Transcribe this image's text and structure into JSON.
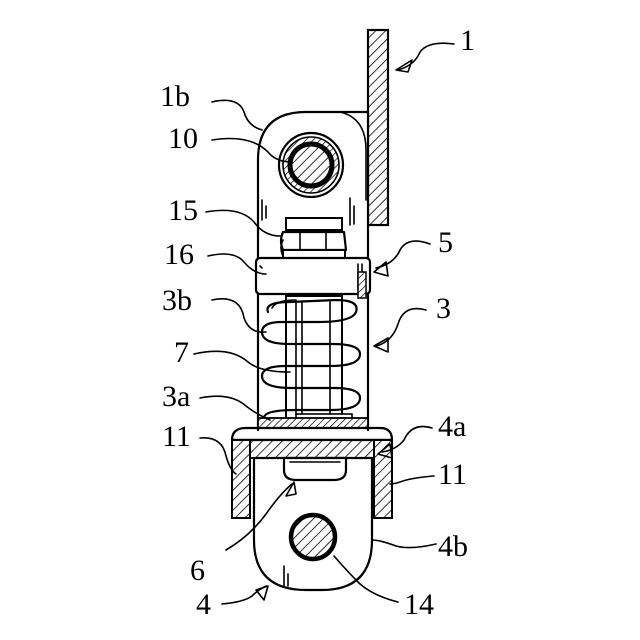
{
  "figure": {
    "labels": {
      "l1": "1",
      "l1b": "1b",
      "l10": "10",
      "l15": "15",
      "l16": "16",
      "l5": "5",
      "l3b": "3b",
      "l3": "3",
      "l7": "7",
      "l3a": "3a",
      "l4a": "4a",
      "l11_left": "11",
      "l11_right": "11",
      "l6": "6",
      "l4b": "4b",
      "l4": "4",
      "l14": "14"
    },
    "colors": {
      "ink": "#000000",
      "paper": "#ffffff"
    }
  }
}
